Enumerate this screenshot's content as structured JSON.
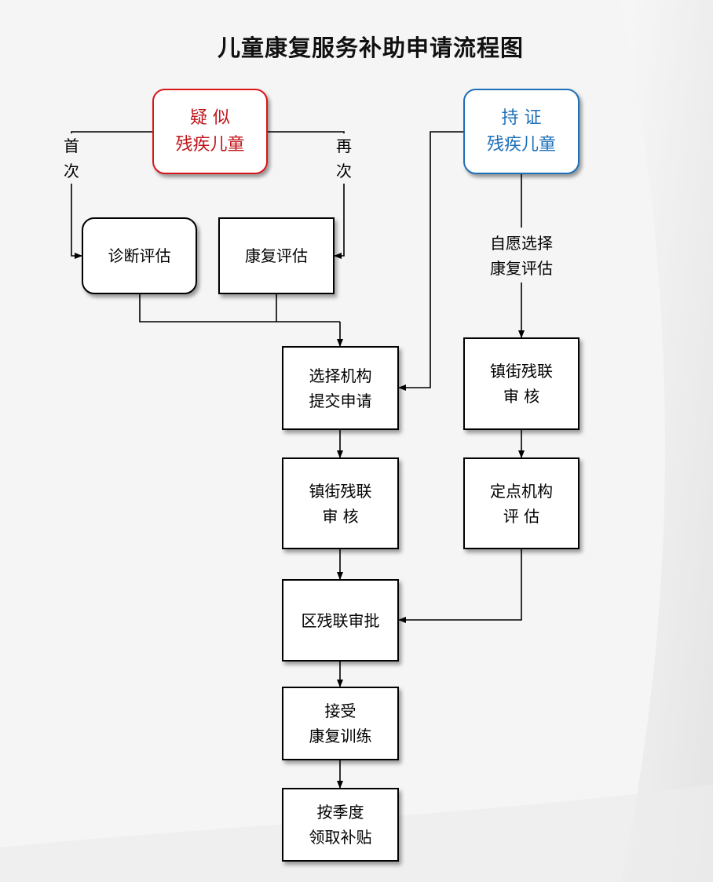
{
  "title": "儿童康复服务补助申请流程图",
  "nodes": {
    "suspected": [
      "疑 似",
      "残疾儿童"
    ],
    "certified": [
      "持 证",
      "残疾儿童"
    ],
    "diagnosis": [
      "诊断评估"
    ],
    "rehab_assess": [
      "康复评估"
    ],
    "select_org": [
      "选择机构",
      "提交申请"
    ],
    "town_review_left": [
      "镇街残联",
      "审 核"
    ],
    "town_review_right": [
      "镇街残联",
      "审 核"
    ],
    "designated_assess": [
      "定点机构",
      "评 估"
    ],
    "district_approval": [
      "区残联审批"
    ],
    "receive_training": [
      "接受",
      "康复训练"
    ],
    "quarterly_subsidy": [
      "按季度",
      "领取补贴"
    ]
  },
  "labels": {
    "first_time": [
      "首",
      "次"
    ],
    "again": [
      "再",
      "次"
    ],
    "voluntary": [
      "自愿选择",
      "康复评估"
    ]
  },
  "colors": {
    "suspected": "#d9161b",
    "certified": "#1d6fb8"
  }
}
